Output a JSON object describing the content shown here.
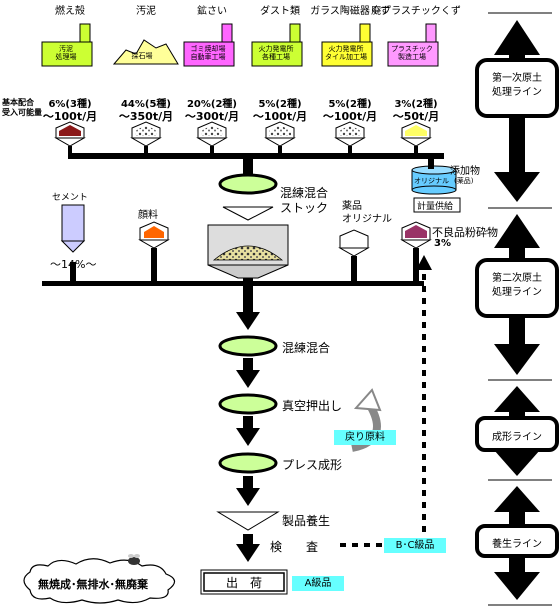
{
  "materials": [
    {
      "name": "燃え殻",
      "facility": "汚泥\n処理場",
      "ratio": "6%(3種)",
      "amount": "～100t/月",
      "facility_color": "#ccff33",
      "hopper_color": "#8b1a1a"
    },
    {
      "name": "汚泥",
      "facility": "採石場",
      "ratio": "44%(5種)",
      "amount": "～350t/月",
      "facility_color": "#ffff99",
      "hopper_color": "#d8d8d8"
    },
    {
      "name": "鉱さい",
      "facility": "ゴミ焼却場\n自動車工場",
      "ratio": "20%(2種)",
      "amount": "～300t/月",
      "facility_color": "#ff66ff",
      "hopper_color": "#d8d8d8"
    },
    {
      "name": "ダスト類",
      "facility": "火力発電所\n各種工場",
      "ratio": "5%(2種)",
      "amount": "～100t/月",
      "facility_color": "#ccff33",
      "hopper_color": "#d8d8d8"
    },
    {
      "name": "ガラス陶磁器くず",
      "facility": "火力発電所\nタイル加工場",
      "ratio": "5%(2種)",
      "amount": "～100t/月",
      "facility_color": "#ffff33",
      "hopper_color": "#d8d8d8"
    },
    {
      "name": "廃プラスチックくず",
      "facility": "プラスチック\n製造工場",
      "ratio": "3%(2種)",
      "amount": "～50t/月",
      "facility_color": "#ff99ff",
      "hopper_color": "#ffff66"
    }
  ],
  "labels": {
    "basic_mix": "基本配合\n受入可能量",
    "additive": "添加物",
    "additive_sub": "(薬品)",
    "original_tank": "オリジナル",
    "metering": "計量供給",
    "cement": "セメント",
    "cement_ratio": "～14%～",
    "pigment": "顔料",
    "chemicals": "薬品\nオリジナル",
    "defect": "不良品粉砕物",
    "defect_ratio": "3%",
    "mixing_stock": "混練混合\nストック",
    "mixing": "混練混合",
    "vacuum_extrusion": "真空押出し",
    "return_material": "戻り原料",
    "press_forming": "プレス成形",
    "curing": "製品養生",
    "inspection": "検　　査",
    "bc_grade": "B･C級品",
    "shipping": "出　荷",
    "a_grade": "A級品",
    "eco": "無焼成･無排水･無廃棄"
  },
  "lines": [
    {
      "label": "第一次原土\n処理ライン"
    },
    {
      "label": "第二次原土\n処理ライン"
    },
    {
      "label": "成形ライン"
    },
    {
      "label": "養生ライン"
    }
  ],
  "colors": {
    "flow": "#000000",
    "process_oval": "#ccff99",
    "label_box": "#66ffff",
    "cement": "#ccccff",
    "pigment": "#ff6600",
    "defect": "#993366",
    "mix_fill": "#ddd088"
  }
}
